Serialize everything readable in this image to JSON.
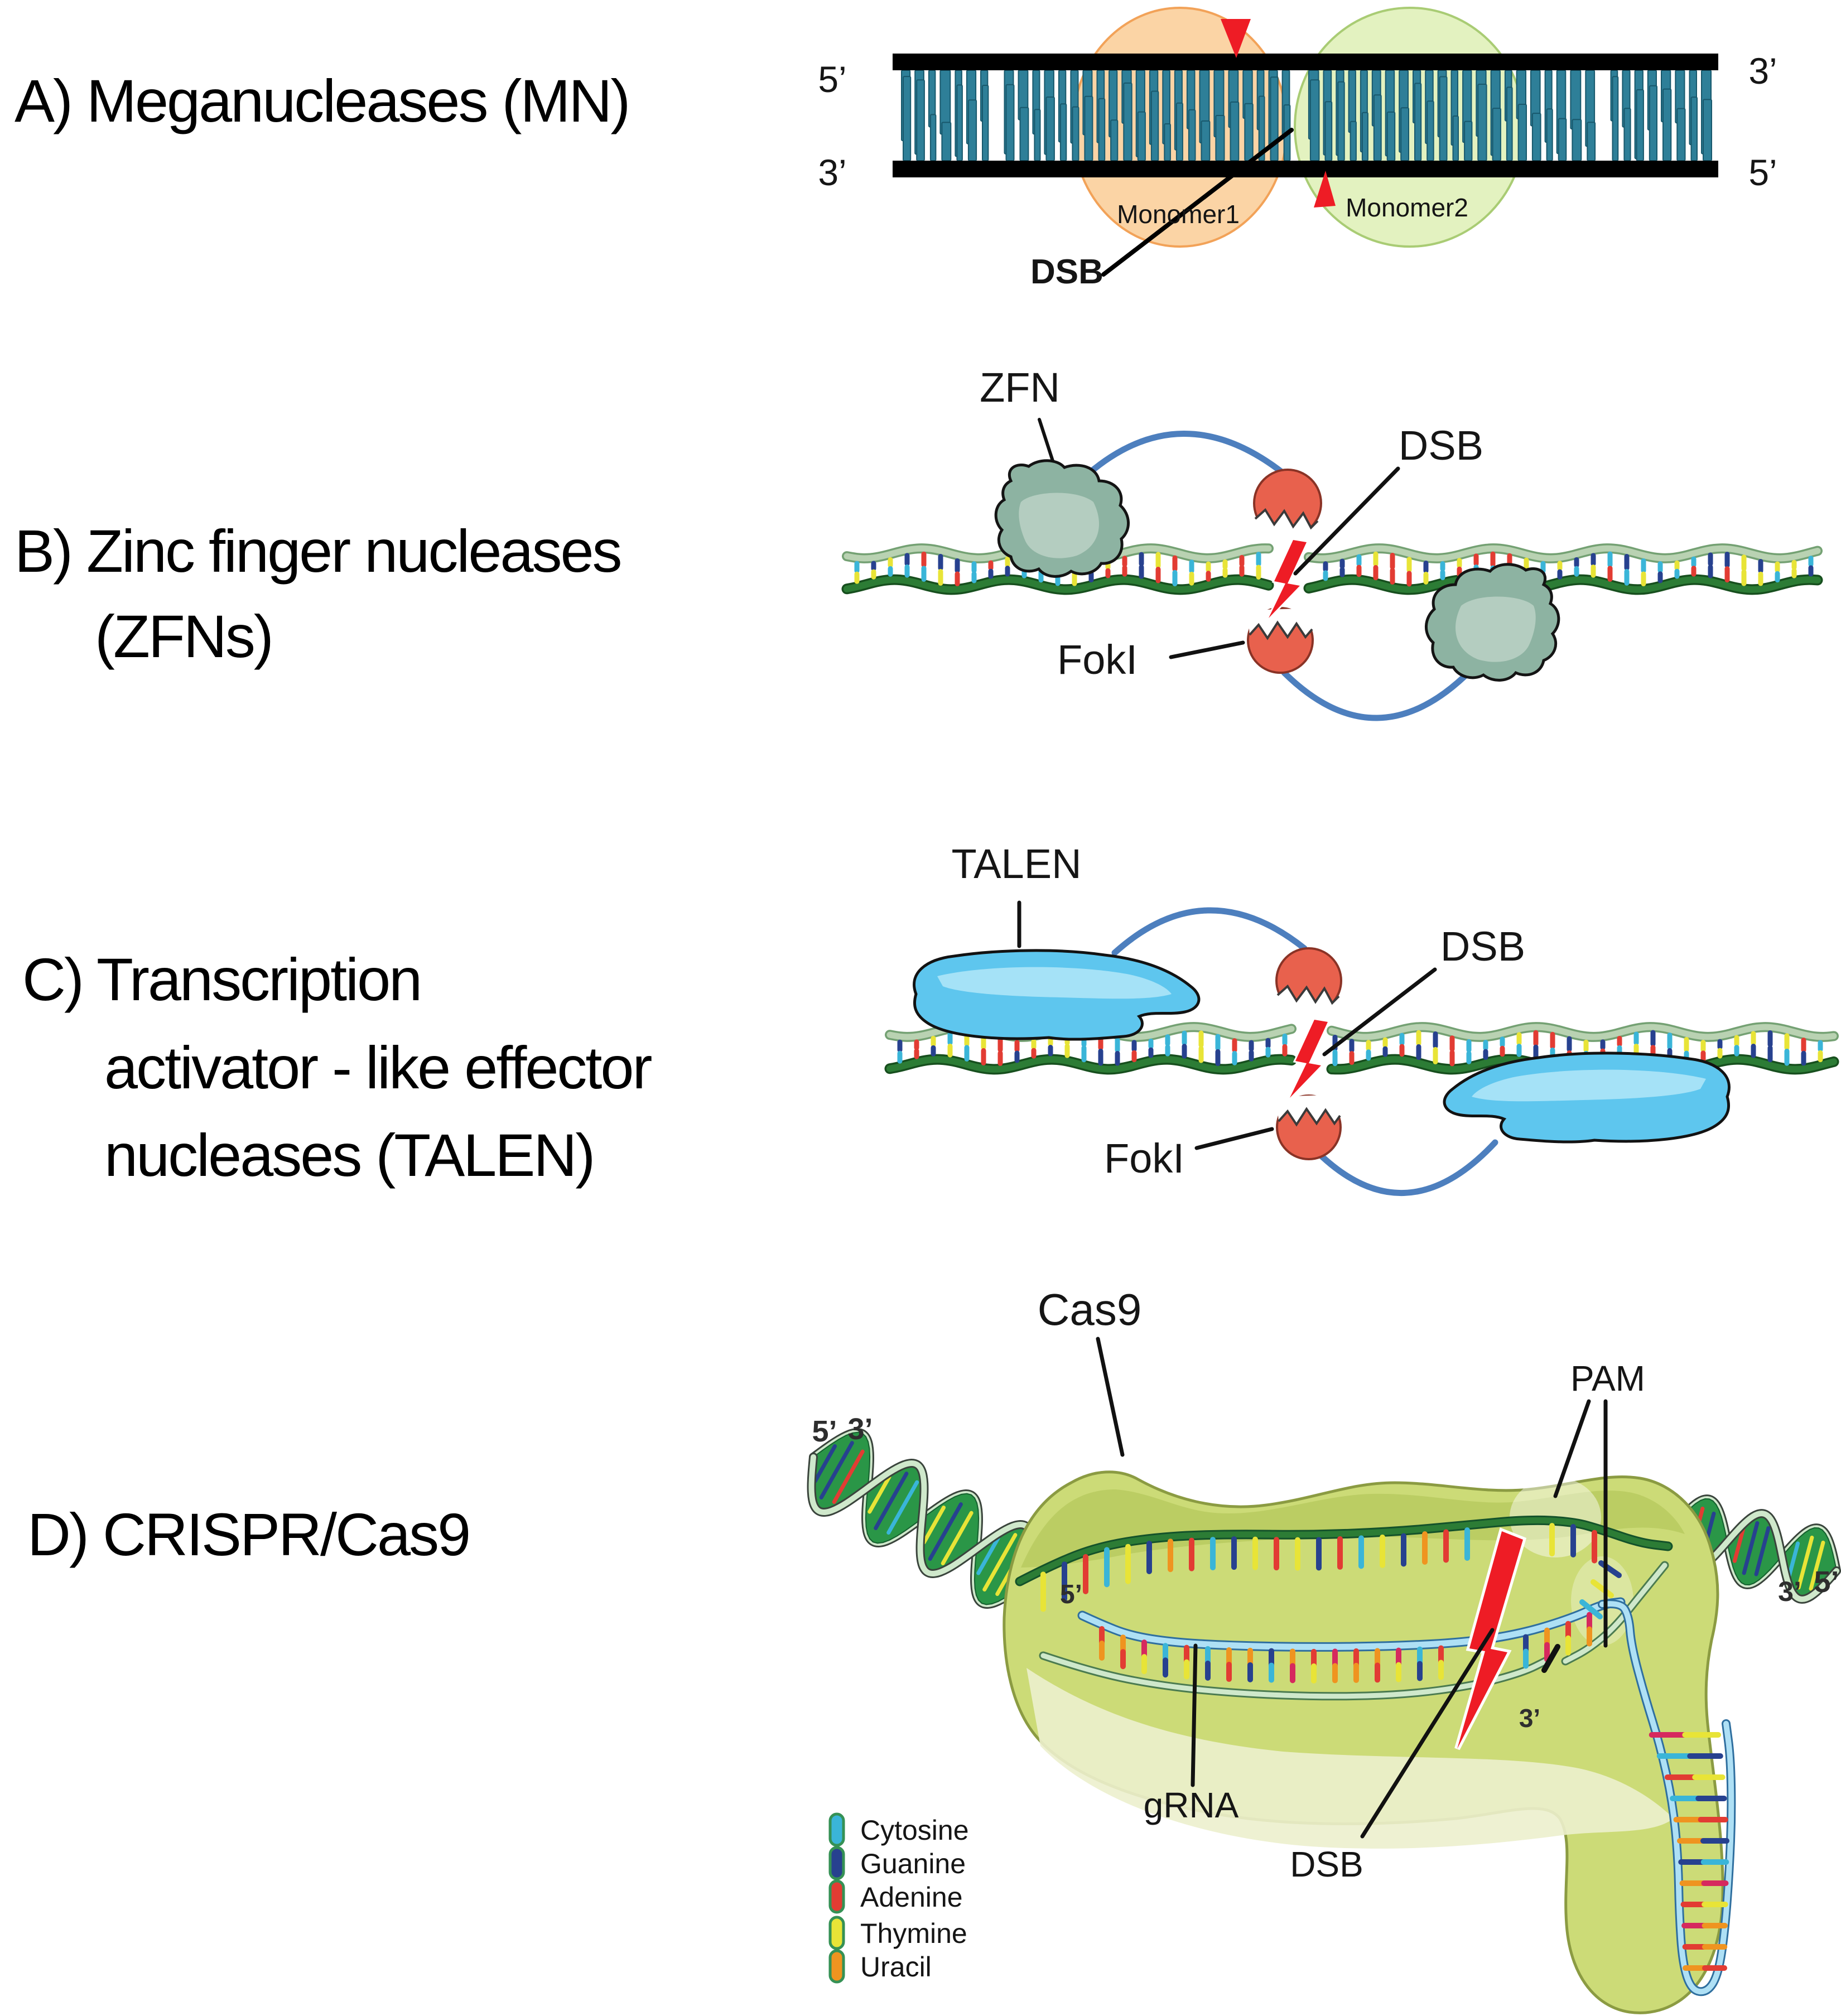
{
  "panel_a": {
    "title": "A) Meganucleases (MN)",
    "labels": {
      "top_left_end": "5’",
      "bottom_left_end": "3’",
      "top_right_end": "3’",
      "bottom_right_end": "5’",
      "monomer1": "Monomer1",
      "monomer2": "Monomer2",
      "dsb": "DSB"
    }
  },
  "panel_b": {
    "title_line1": "B) Zinc finger nucleases",
    "title_line2": "(ZFNs)",
    "labels": {
      "zfn": "ZFN",
      "dsb": "DSB",
      "fokI": "FokI"
    }
  },
  "panel_c": {
    "title_line1": "C) Transcription",
    "title_line2": "activator - like effector",
    "title_line3": "nucleases (TALEN)",
    "labels": {
      "talen": "TALEN",
      "dsb": "DSB",
      "fokI": "FokI"
    }
  },
  "panel_d": {
    "title": "D) CRISPR/Cas9",
    "labels": {
      "cas9": "Cas9",
      "pam": "PAM",
      "grna": "gRNA",
      "dsb": "DSB",
      "left_5": "5’",
      "left_3": "3’",
      "inner_5": "5’",
      "inner_3": "3’",
      "right_3": "3’",
      "right_5": "5’"
    },
    "legend": {
      "items": [
        {
          "label": "Cytosine",
          "color": "#3ab5d8"
        },
        {
          "label": "Guanine",
          "color": "#27418f"
        },
        {
          "label": "Adenine",
          "color": "#e23c33"
        },
        {
          "label": "Thymine",
          "color": "#e8e437"
        },
        {
          "label": "Uracil",
          "color": "#ef9420"
        }
      ]
    }
  },
  "colors": {
    "monomer1_fill": "#fbd4a5",
    "monomer1_stroke": "#f2a258",
    "monomer2_fill": "#e3f2c0",
    "monomer2_stroke": "#a9cc74",
    "dna_bar_teal": "#2e7f98",
    "dna_bar_edge": "#18586c",
    "backbone_black": "#000000",
    "cut_red": "#ee1c25",
    "fokI_fill": "#e8614d",
    "fokI_edge": "#8a3326",
    "zfn_fill": "#8db3a2",
    "talen_fill": "#5ec6ee",
    "linker_blue": "#4d7fbe",
    "ladder_top_strand": "#b9d2b2",
    "ladder_bottom_strand": "#2c7c35",
    "cas9_fill": "#ccdb77",
    "cas9_edge": "#8b9b42",
    "cas9_ridge": "#b7c95e",
    "cas9_band": "#ecf0cd",
    "helix_ribbon": "#cfe8cb",
    "helix_lens": "#2a9647",
    "grna_blue": "#aee0f5",
    "grna_edge": "#2f6f9f",
    "target_strand": "#2c7c35",
    "displaced_strand": "#cfe8cb"
  }
}
